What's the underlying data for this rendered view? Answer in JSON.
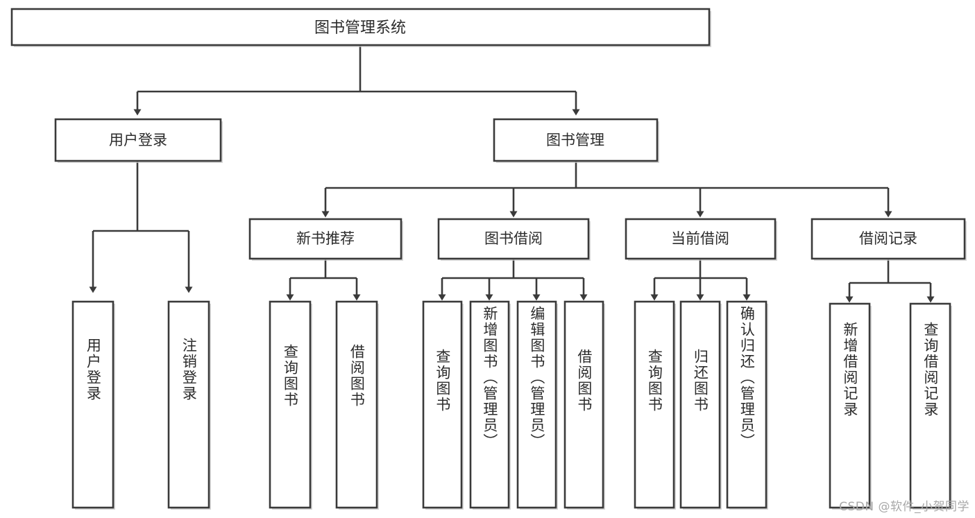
{
  "diagram": {
    "title": "图书管理系统",
    "type": "tree",
    "colors": {
      "box_stroke": "#3a3a3a",
      "box_fill": "#ffffff",
      "connector": "#3a3a3a",
      "text": "#2b2b2b",
      "watermark": "#a8a8a8",
      "background": "#ffffff"
    },
    "root": {
      "label": "图书管理系统"
    },
    "level2": [
      {
        "label": "用户登录"
      },
      {
        "label": "图书管理"
      }
    ],
    "level3": [
      {
        "label": "新书推荐"
      },
      {
        "label": "图书借阅"
      },
      {
        "label": "当前借阅"
      },
      {
        "label": "借阅记录"
      }
    ],
    "leaves": {
      "user_login": [
        {
          "label": "用户登录"
        },
        {
          "label": "注销登录"
        }
      ],
      "new_book_recommend": [
        {
          "label": "查询图书"
        },
        {
          "label": "借阅图书"
        }
      ],
      "book_borrow": [
        {
          "label": "查询图书"
        },
        {
          "label": "新增图书（管理员）"
        },
        {
          "label": "编辑图书（管理员）"
        },
        {
          "label": "借阅图书"
        }
      ],
      "current_borrow": [
        {
          "label": "查询图书"
        },
        {
          "label": "归还图书"
        },
        {
          "label": "确认归还（管理员）"
        }
      ],
      "borrow_record": [
        {
          "label": "新增借阅记录"
        },
        {
          "label": "查询借阅记录"
        }
      ]
    }
  },
  "watermark": {
    "text": "CSDN @软件_小贺同学"
  }
}
